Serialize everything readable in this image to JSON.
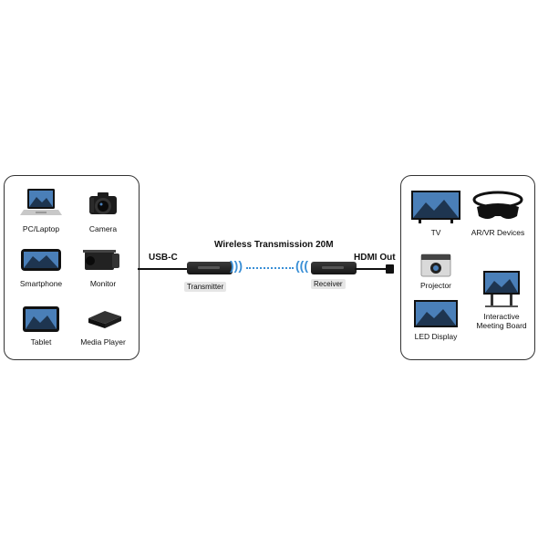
{
  "title": "Wireless Transmission 20M",
  "left_connector": "USB-C",
  "right_connector": "HDMI Out",
  "transmitter": "Transmitter",
  "receiver": "Receiver",
  "sources": [
    {
      "label": "PC/Laptop",
      "icon": "laptop-icon"
    },
    {
      "label": "Camera",
      "icon": "camera-icon"
    },
    {
      "label": "Smartphone",
      "icon": "smartphone-icon"
    },
    {
      "label": "Monitor",
      "icon": "security-camera-icon"
    },
    {
      "label": "Tablet",
      "icon": "tablet-icon"
    },
    {
      "label": "Media Player",
      "icon": "media-player-icon"
    }
  ],
  "displays": [
    {
      "label": "TV",
      "icon": "tv-icon"
    },
    {
      "label": "AR/VR Devices",
      "icon": "vr-headset-icon"
    },
    {
      "label": "Projector",
      "icon": "projector-icon"
    },
    {
      "label": "Interactive Meeting Board",
      "icon": "meeting-board-icon"
    },
    {
      "label": "LED Display",
      "icon": "led-display-icon"
    }
  ],
  "colors": {
    "signal": "#3a8fd6",
    "device_dark": "#1a1a1a",
    "screen_sky": "#4a7fb8"
  }
}
